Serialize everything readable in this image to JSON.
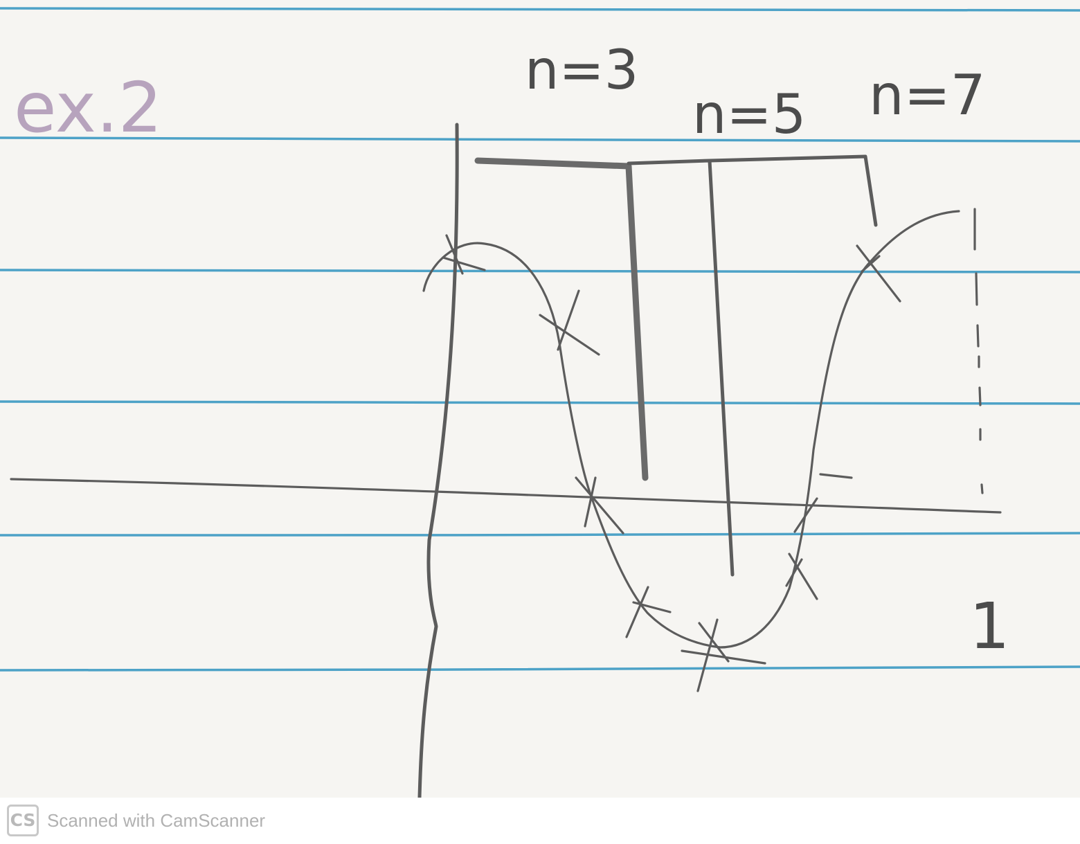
{
  "sheet_label": "ex.2",
  "labels": {
    "n3": "n=3",
    "n5": "n=5",
    "n7": "n=7",
    "side_mark": "1"
  },
  "footer": {
    "logo": "CS",
    "text": "Scanned with CamScanner"
  },
  "colors": {
    "paper": "#f6f5f2",
    "rule_lines": "#2f93c0",
    "pencil": "#5c5c5c",
    "purple_ink": "#b7a3bd"
  }
}
